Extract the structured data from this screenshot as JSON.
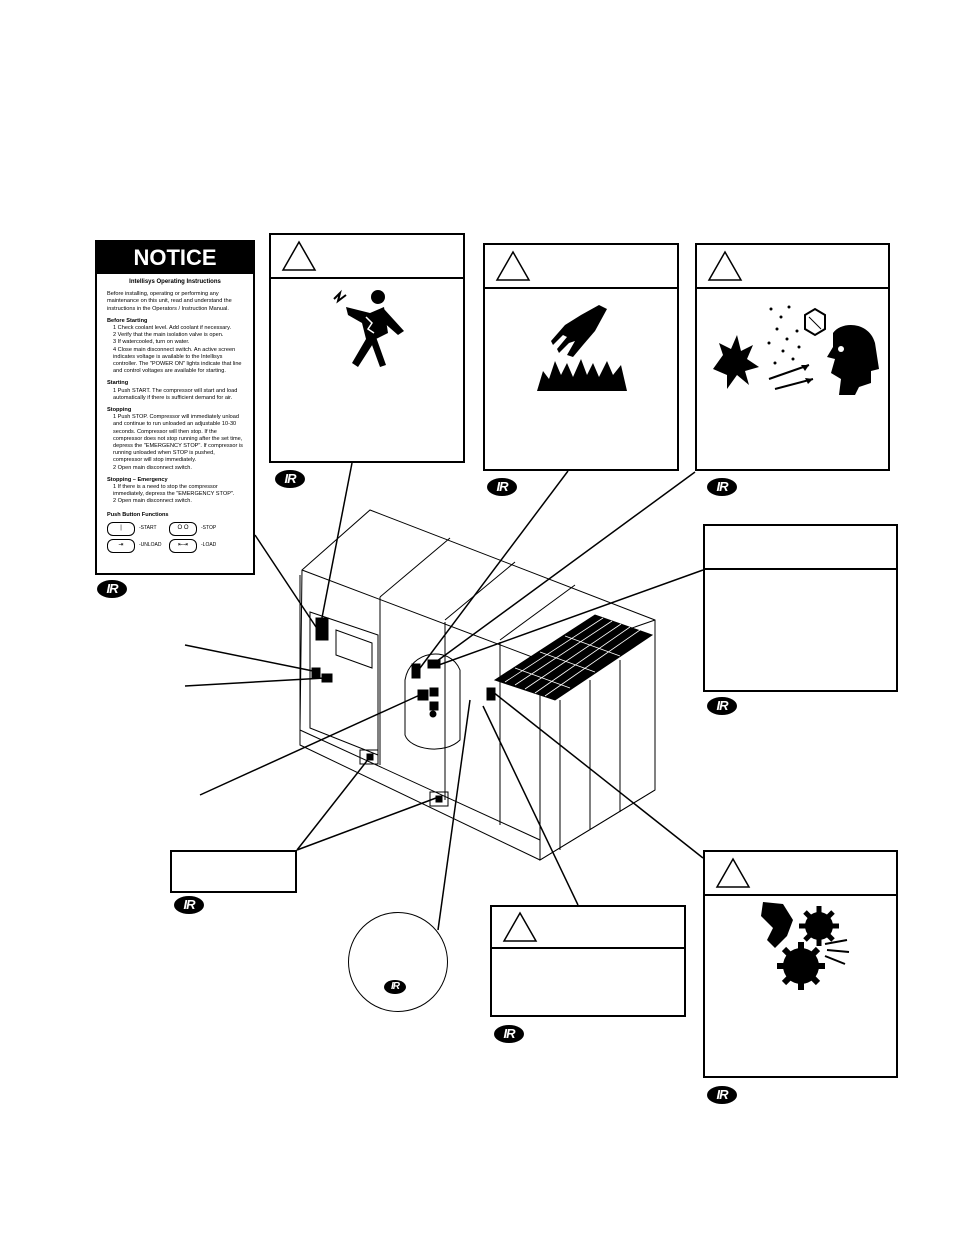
{
  "notice": {
    "heading": "NOTICE",
    "subtitle": "Intellisys Operating Instructions",
    "intro": "Before installing, operating or performing any maintenance on this unit, read and understand the instructions in the Operators / Instruction Manual.",
    "sections": [
      {
        "title": "Before Starting",
        "items": [
          "1  Check coolant level. Add coolant if necessary.",
          "2  Verify that the main isolation valve is open.",
          "3  If watercooled, turn on water.",
          "4  Close main disconnect switch. An active screen indicates voltage is available to the Intellisys controller. The \"POWER ON\" lights indicate that line and control voltages are available for starting."
        ]
      },
      {
        "title": "Starting",
        "items": [
          "1  Push START. The compressor will start and load automatically if there is sufficient demand for air."
        ]
      },
      {
        "title": "Stopping",
        "items": [
          "1  Push STOP. Compressor will immediately unload and continue to run unloaded an adjustable 10-30 seconds. Compressor will then stop. If the compressor does not stop running after the set time, depress the \"EMERGENCY STOP\". If compressor is running unloaded when STOP is pushed, compressor will stop immediately.",
          "2  Open main disconnect switch."
        ]
      },
      {
        "title": "Stopping – Emergency",
        "items": [
          "1  If there is a need to stop the compressor immediately, depress the \"EMERGENCY STOP\".",
          "2  Open main disconnect switch."
        ]
      }
    ],
    "push_button_title": "Push Button Functions",
    "buttons": [
      {
        "glyph": "| ",
        "label": "-START"
      },
      {
        "glyph": "O O",
        "label": "-STOP"
      },
      {
        "glyph": "⇥",
        "label": "-UNLOAD"
      },
      {
        "glyph": "⇤⇥",
        "label": "-LOAD"
      }
    ]
  },
  "ir_logo": "IR",
  "triangle_mark": "!"
}
